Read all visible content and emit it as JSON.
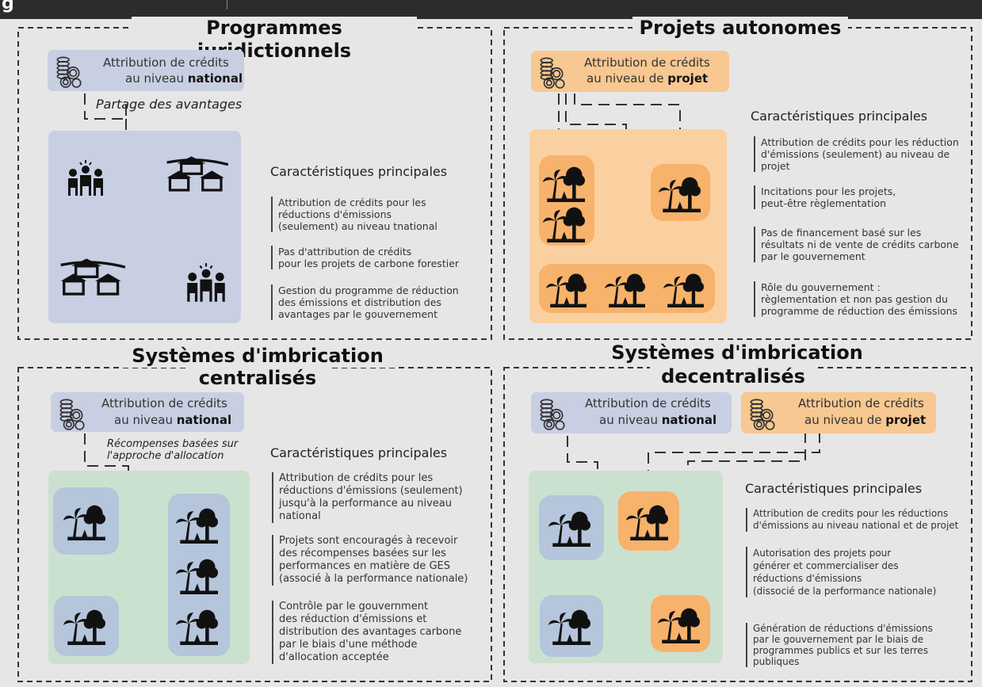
{
  "panels": {
    "p1": {
      "title": "Programmes juridictionnels",
      "credit": {
        "line1": "Attribution de crédits",
        "line2_pre": "au niveau ",
        "line2_bold": "national"
      },
      "flow_label": "Partage des avantages",
      "chars_title": "Caractéristiques principales",
      "bullets": [
        [
          "Attribution de crédits pour les",
          "réductions d'émissions",
          "(seulement) au niveau tnational"
        ],
        [
          "Pas  d'attribution de crédits",
          "pour les projets de carbone forestier"
        ],
        [
          "Gestion du programme de réduction",
          "des émissions et distribution des",
          "avantages par le gouvernement"
        ]
      ]
    },
    "p2": {
      "title": "Projets autonomes",
      "credit": {
        "line1": "Attribution de crédits",
        "line2_pre": "au niveau de ",
        "line2_bold": "projet"
      },
      "chars_title": "Caractéristiques principales",
      "bullets": [
        [
          "Attribution de crédits pour les réduction",
          "d'émissions (seulement) au niveau de",
          "projet"
        ],
        [
          "Incitations pour les projets,",
          "peut-être règlementation"
        ],
        [
          "Pas de financement basé sur les",
          "résultats ni de vente de crédits carbone",
          "par le gouvernement"
        ],
        [
          "Rôle du gouvernement :",
          "règlementation et non pas gestion du",
          "programme de réduction des émissions"
        ]
      ]
    },
    "p3": {
      "title_l1": "Systèmes d'imbrication",
      "title_l2": "centralisés",
      "credit": {
        "line1": "Attribution de crédits",
        "line2_pre": "au niveau  ",
        "line2_bold": "national"
      },
      "flow_label": "Récompenses basées sur l'approche d'allocation",
      "chars_title": "Caractéristiques principales",
      "bullets": [
        [
          "Attribution de crédits pour les",
          "réductions d'émissions (seulement)",
          "jusqu'à la performance au niveau",
          "national"
        ],
        [
          "Projets sont encouragés à recevoir",
          "des récompenses basées sur les",
          "performances en matière de GES",
          "(associé à la performance nationale)"
        ],
        [
          "Contrôle par le gouvernment",
          "des réduction d'émissions et",
          "distribution des avantages carbone",
          "par le   biais d'une méthode",
          "d'allocation acceptée"
        ]
      ]
    },
    "p4": {
      "title_l1": "Systèmes d'imbrication",
      "title_l2": "decentralisés",
      "credit_nat": {
        "line1": "Attribution de crédits",
        "line2_pre": "au niveau  ",
        "line2_bold": "national"
      },
      "credit_proj": {
        "line1": "Attribution de crédits",
        "line2_pre": "au niveau de  ",
        "line2_bold": "projet"
      },
      "chars_title": "Caractéristiques principales",
      "bullets": [
        [
          "Attribution de credits pour les réductions",
          "d'émissions au niveau national et de projet"
        ],
        [
          "Autorisation des projets pour",
          "générer et commercialiser des",
          " ",
          "réductions d'émissions",
          "(dissocié de la performance nationale)"
        ],
        [
          "Génération de réductions d'émissions",
          "par le gouvernement par le biais de",
          "programmes publics et sur les terres",
          "publiques"
        ]
      ]
    }
  },
  "colors": {
    "blue": "#c9cfe2",
    "orange": "#f7c891",
    "green": "#cbe1cf",
    "background": "#e6e6e6"
  },
  "icons": [
    "coins-icon",
    "people-icon",
    "houses-icon",
    "forest-icon"
  ]
}
